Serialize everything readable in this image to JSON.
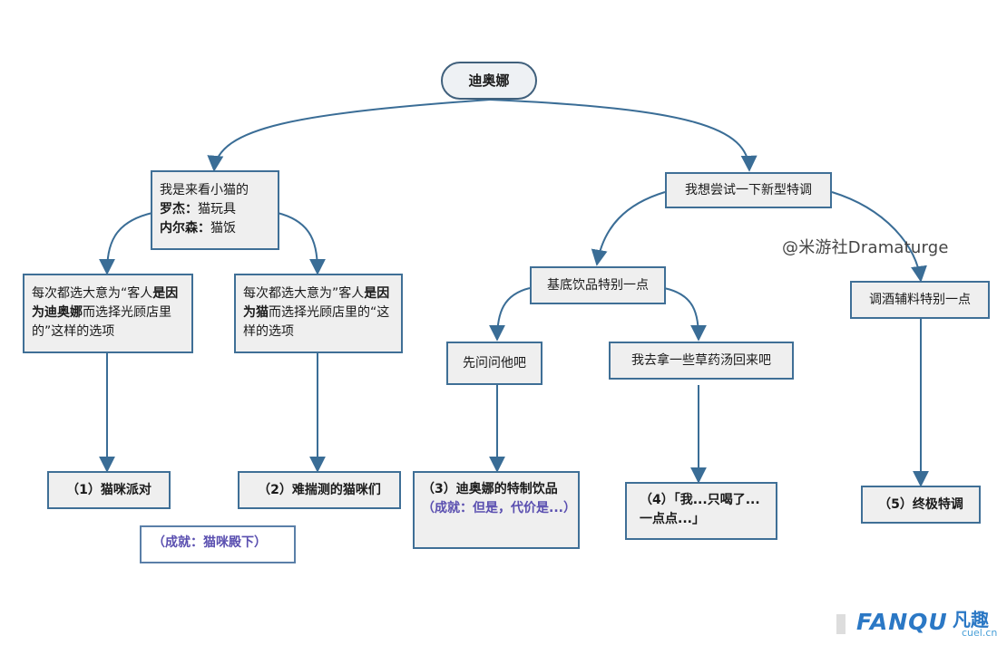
{
  "root": "迪奥娜",
  "branch_left": {
    "line1": "我是来看小猫的",
    "line2_bold": "罗杰：",
    "line2_rest": "猫玩具",
    "line3_bold": "内尔森：",
    "line3_rest": "猫饭"
  },
  "branch_right": "我想尝试一下新型特调",
  "option_1": {
    "pre": "每次都选大意为“客人",
    "bold1": "是因为迪奥娜",
    "mid": "而选择光",
    "post": "顾店里的”这样的选项"
  },
  "option_2": {
    "pre": "每次都选大意为”客人",
    "bold1": "是因为猫",
    "mid": "而选择光顾店",
    "post": "里的“这样的选项"
  },
  "base_drink": "基底饮品特别一点",
  "ask_first": "先问问他吧",
  "herb_soup": "我去拿一些草药汤回来吧",
  "adjunct": "调酒辅料特别一点",
  "ending_1": "（1）猫咪派对",
  "ending_2": "（2）难揣测的猫咪们",
  "ending_3": {
    "main": "（3）迪奥娜的特制饮品",
    "achievement": "（成就：但是，代价是...）"
  },
  "ending_4": "（4）「我...只喝了...一点点...」",
  "ending_5": "（5）终极特调",
  "achievement_1": "（成就：猫咪殿下）",
  "watermark": "@米游社Dramaturge",
  "logo": {
    "text": "FANQU",
    "cn": "凡趣",
    "url": "cuel.cn"
  },
  "colors": {
    "border": "#3f6f96",
    "arrow": "#3a6d96",
    "node_bg": "#efefef",
    "achievement_text": "#5a4fb0"
  }
}
